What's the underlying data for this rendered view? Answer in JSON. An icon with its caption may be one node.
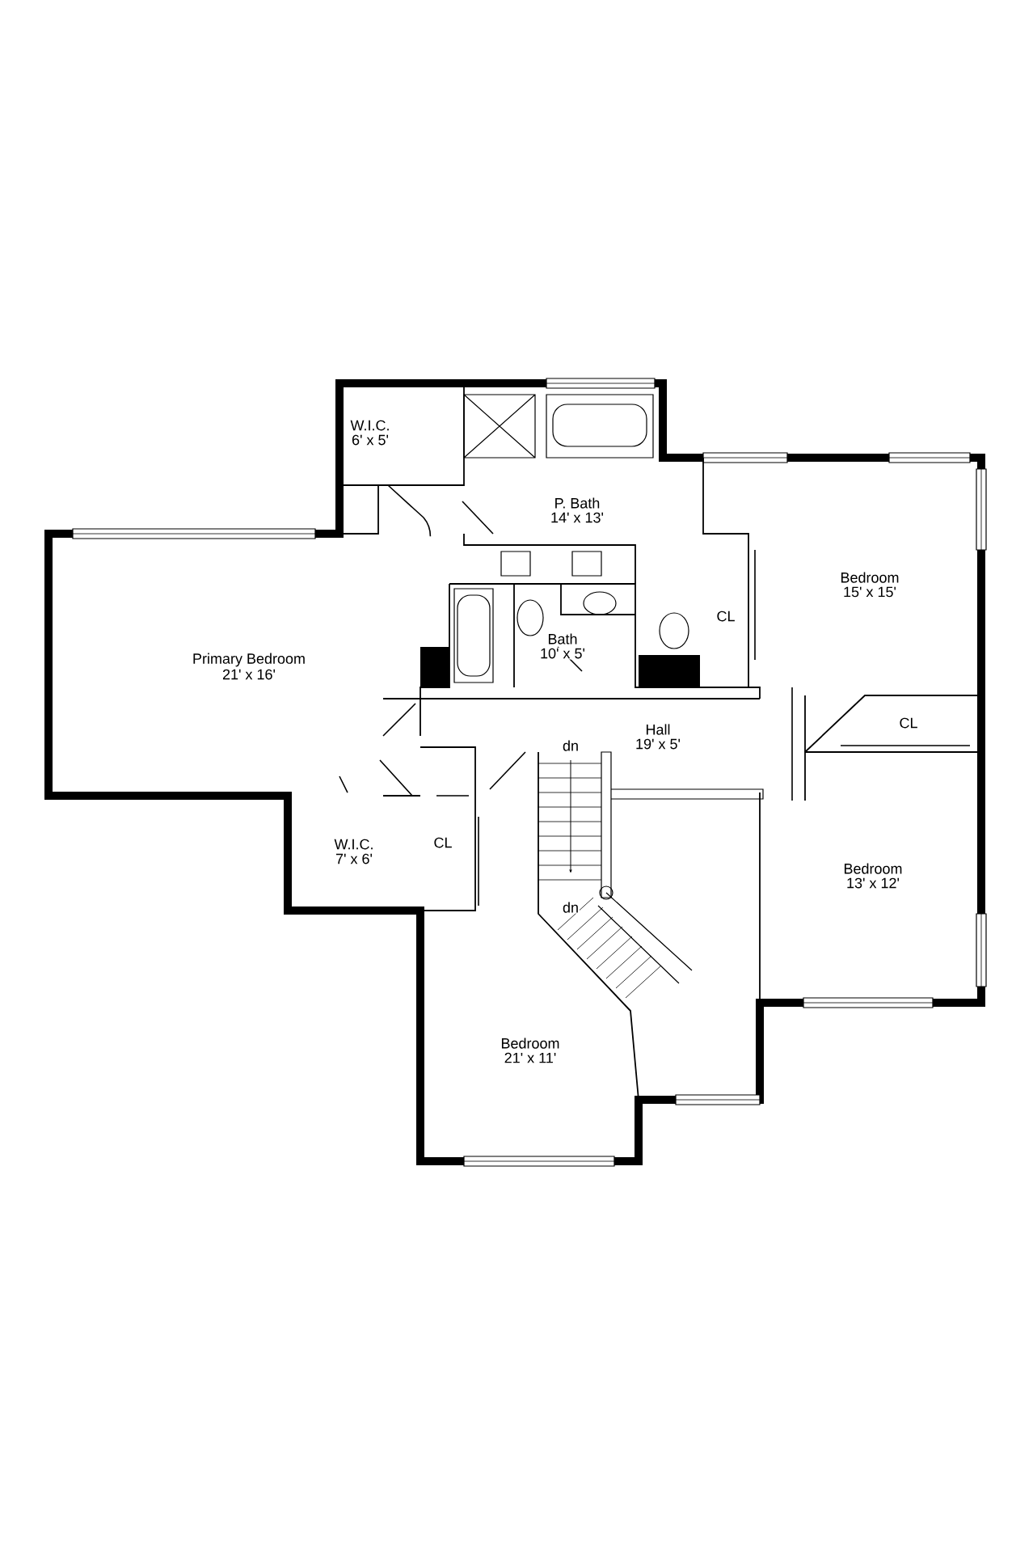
{
  "diagram": {
    "labels": [
      "W.I.C.",
      "6' x 5'",
      "P. Bath",
      "14' x 13'",
      "Bedroom",
      "15' x 15'",
      "CL",
      "Primary Bedroom",
      "21' x 16'",
      "Bath",
      "10' x 5'",
      "Hall",
      "19' x 5'",
      "CL",
      "dn",
      "CL",
      "W.I.C.",
      "7' x 6'",
      "Bedroom",
      "13' x 12'",
      "dn",
      "Bedroom",
      "21' x 11'"
    ]
  }
}
